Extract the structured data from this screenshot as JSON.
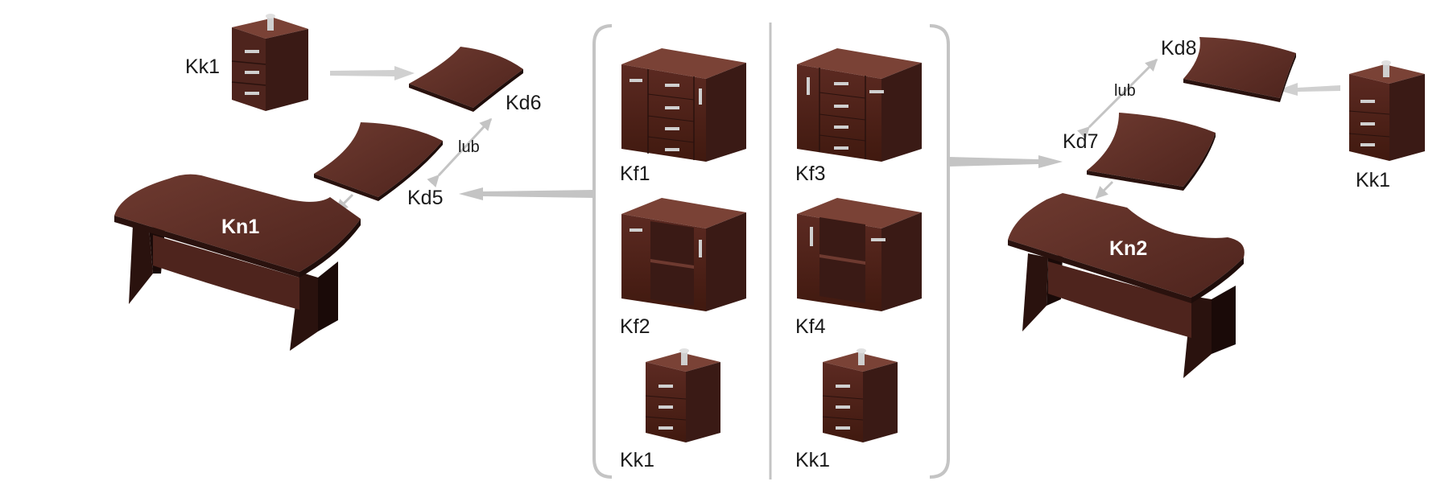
{
  "labels": {
    "left_pedestal": "Kk1",
    "kd6": "Kd6",
    "lub_left": "lub",
    "kd5": "Kd5",
    "kn1": "Kn1",
    "kf1": "Kf1",
    "kf2": "Kf2",
    "kk1_center_left": "Kk1",
    "kf3": "Kf3",
    "kf4": "Kf4",
    "kk1_center_right": "Kk1",
    "kd8": "Kd8",
    "lub_right": "lub",
    "kd7": "Kd7",
    "kn2": "Kn2",
    "right_pedestal": "Kk1"
  },
  "colors": {
    "wood": "#5a2a22",
    "wood_dark": "#3a1a15",
    "wood_side": "#4a201b",
    "metal": "#c8c8c8",
    "arrow": "#c4c4c4",
    "bracket": "#c4c4c4"
  }
}
